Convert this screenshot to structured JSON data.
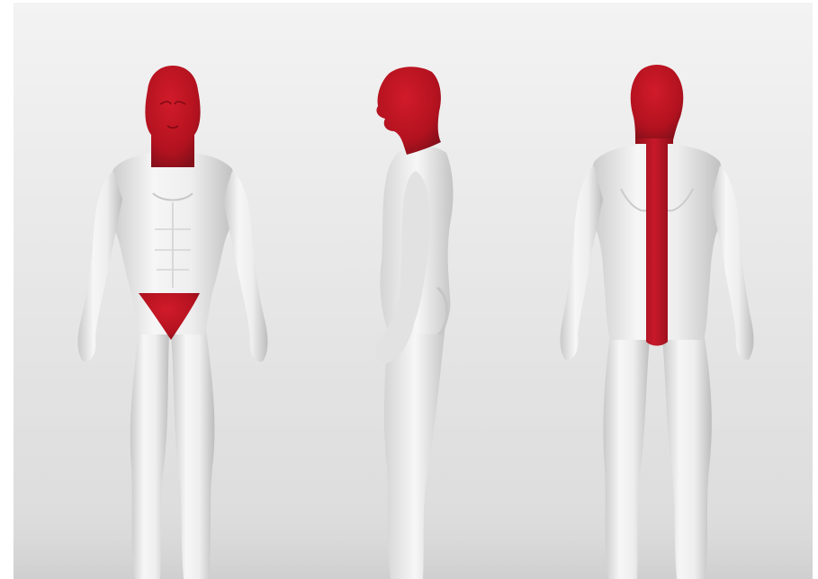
{
  "figures": [
    {
      "view": "front",
      "highlighted": [
        "head",
        "neck",
        "groin"
      ]
    },
    {
      "view": "side",
      "highlighted": [
        "head",
        "neck"
      ]
    },
    {
      "view": "back",
      "highlighted": [
        "head",
        "neck",
        "spine"
      ]
    }
  ],
  "colors": {
    "highlight": "#b3121f",
    "highlight_dark": "#7e0a14",
    "skin_light": "#f4f4f4",
    "skin_mid": "#d9d9d9",
    "skin_shadow": "#b9b9b9",
    "background_top": "#f2f2f2",
    "background_bottom": "#dcdcdc"
  }
}
